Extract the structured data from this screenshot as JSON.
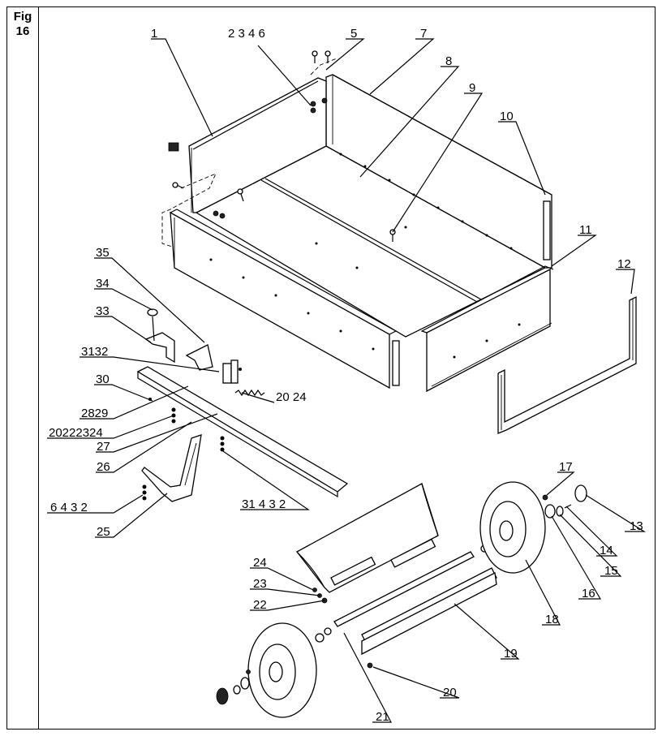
{
  "figure": {
    "label_line1": "Fig",
    "label_line2": "16"
  },
  "callouts": {
    "c1": "1",
    "c2346": "2 3 4 6",
    "c5": "5",
    "c7": "7",
    "c8": "8",
    "c9": "9",
    "c10": "10",
    "c11": "11",
    "c12": "12",
    "c13": "13",
    "c14": "14",
    "c15": "15",
    "c16": "16",
    "c17": "17",
    "c18": "18",
    "c19": "19",
    "c20": "20",
    "c21": "21",
    "c22": "22",
    "c23": "23",
    "c24": "24",
    "c25": "25",
    "c6432": "6 4 3 2",
    "c26": "26",
    "c27": "27",
    "c20222324": "20222324",
    "c2829": "2829",
    "c30": "30",
    "c3132": "3132",
    "c33": "33",
    "c34": "34",
    "c35": "35",
    "c2024": "20 24",
    "c31432": "31 4 3 2"
  }
}
